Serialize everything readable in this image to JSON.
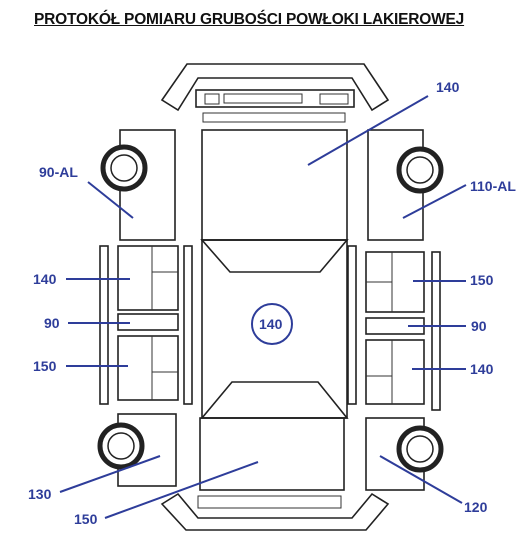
{
  "title": "PROTOKÓŁ POMIARU GRUBOŚCI POWŁOKI LAKIEROWEJ",
  "colors": {
    "label": "#2e3d9a",
    "outline": "#222222"
  },
  "measurements": {
    "hood": "140",
    "roof": "140",
    "trunk": "150",
    "front_left_fender": "90-AL",
    "front_right_fender": "110-AL",
    "left_front_door": "140",
    "left_sill": "90",
    "left_rear_door": "150",
    "right_front_door": "150",
    "right_sill": "90",
    "right_rear_door": "140",
    "rear_left_quarter": "130",
    "rear_right_quarter": "120"
  }
}
